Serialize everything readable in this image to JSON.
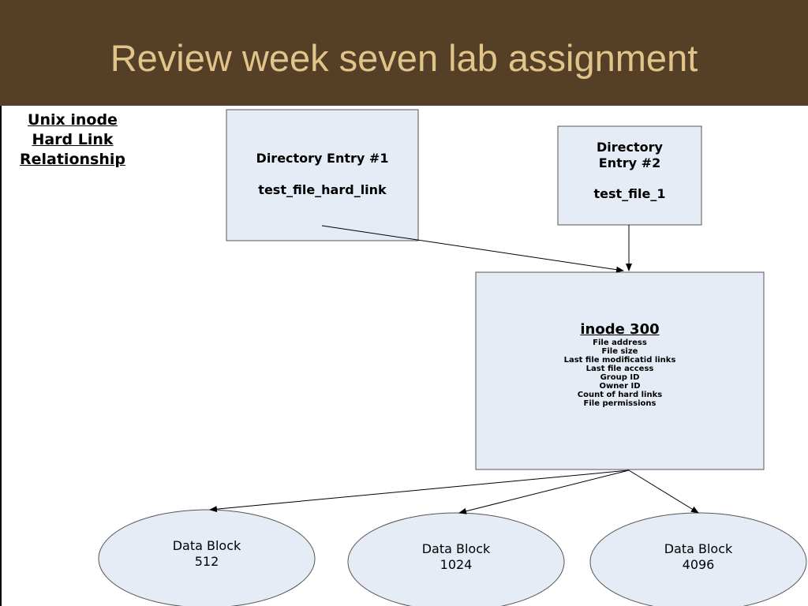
{
  "slide": {
    "title": "Review week seven lab assignment"
  },
  "diagram": {
    "side_label": [
      "Unix inode",
      "Hard Link",
      "Relationship"
    ],
    "dir_entry_1": {
      "label": "Directory Entry #1",
      "filename": "test_file_hard_link"
    },
    "dir_entry_2": {
      "label_line1": "Directory",
      "label_line2": "Entry #2",
      "filename": "test_file_1"
    },
    "inode": {
      "title": "inode 300",
      "fields": [
        "File address",
        "File size",
        "Last file modificatid links",
        "Last file access",
        "Group ID",
        "Owner ID",
        "Count of hard links",
        "File permissions"
      ]
    },
    "data_blocks": [
      {
        "label": "Data Block",
        "value": "512"
      },
      {
        "label": "Data Block",
        "value": "1024"
      },
      {
        "label": "Data Block",
        "value": "4096"
      }
    ]
  },
  "colors": {
    "header_bg": "#553f27",
    "title_text": "#e0c48a",
    "box_fill": "#e6ecf5"
  }
}
